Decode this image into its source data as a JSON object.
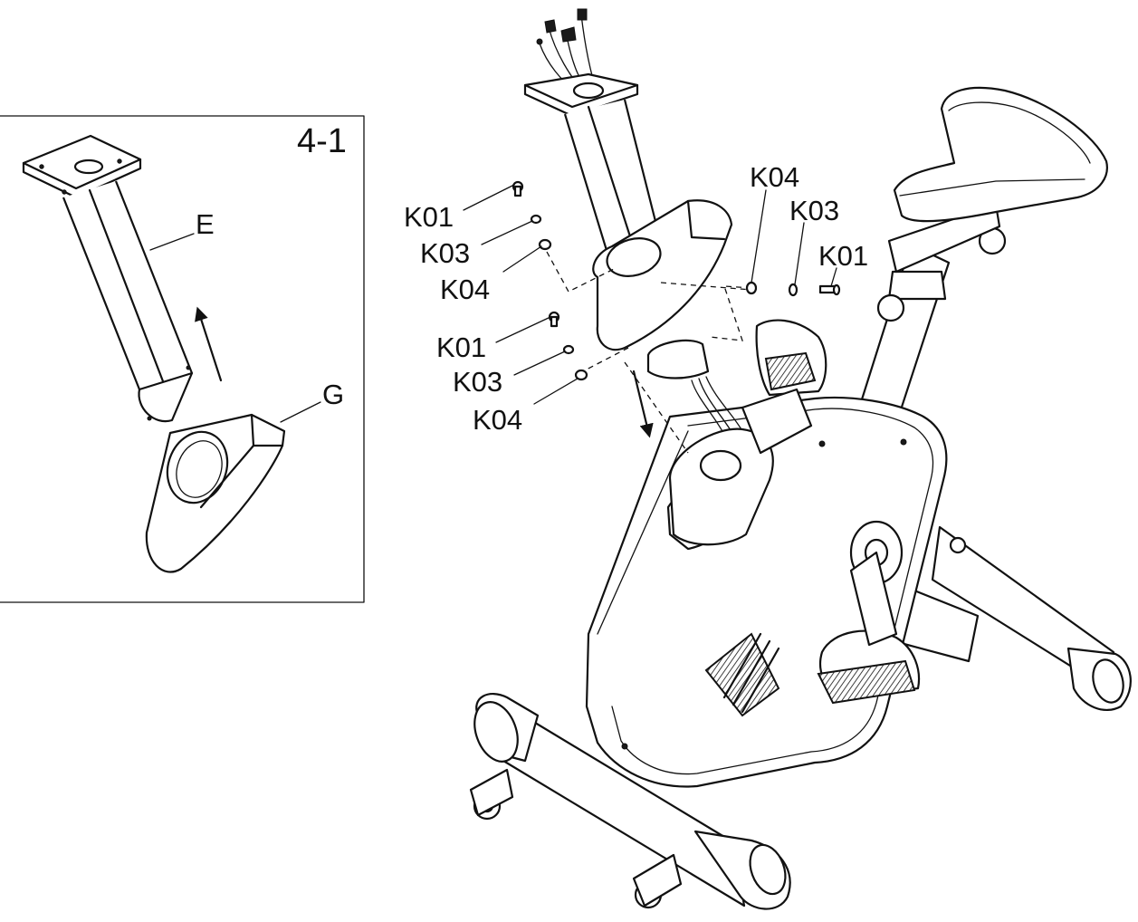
{
  "inset": {
    "step_label": "4-1",
    "part_labels": {
      "post": "E",
      "cover": "G"
    }
  },
  "callouts": {
    "upper_left": [
      "K01",
      "K03",
      "K04"
    ],
    "lower_left": [
      "K01",
      "K03",
      "K04"
    ],
    "right": [
      "K04",
      "K03",
      "K01"
    ]
  }
}
